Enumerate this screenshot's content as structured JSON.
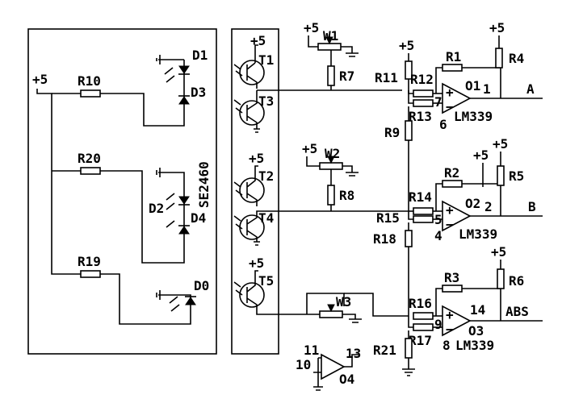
{
  "left_box": {
    "supply": "+5",
    "resistors": [
      "R10",
      "R20",
      "R19"
    ],
    "diodes": [
      "D1",
      "D3",
      "D2",
      "D4",
      "D0"
    ],
    "module": "SE2460"
  },
  "transistor_box": {
    "transistors": [
      {
        "name": "T1",
        "supply": "+5"
      },
      {
        "name": "T3",
        "supply": ""
      },
      {
        "name": "T2",
        "supply": "+5"
      },
      {
        "name": "T4",
        "supply": ""
      },
      {
        "name": "T5",
        "supply": "+5"
      }
    ]
  },
  "pots": [
    {
      "name": "W1",
      "supply": "+5",
      "resistor": "R7"
    },
    {
      "name": "W2",
      "supply": "+5",
      "resistor": "R8"
    },
    {
      "name": "W3",
      "supply": "",
      "resistor": ""
    }
  ],
  "comparators": [
    {
      "out": "O1",
      "pin_out": "1",
      "pin_plus": "7",
      "pin_minus": "6",
      "part": "LM339",
      "feedback": "R1",
      "pullup": "R4",
      "supply": "+5",
      "signal": "A"
    },
    {
      "out": "O2",
      "pin_out": "2",
      "pin_plus": "5",
      "pin_minus": "4",
      "part": "LM339",
      "feedback": "R2",
      "pullup": "R5",
      "supply": "+5",
      "signal": "B"
    },
    {
      "out": "O3",
      "pin_out": "14",
      "pin_plus": "9",
      "pin_minus": "8",
      "part": "LM339",
      "feedback": "R3",
      "pullup": "R6",
      "supply": "+5",
      "signal": "ABS"
    }
  ],
  "divider_resistors": {
    "r11": "R11",
    "r12": "R12",
    "r13": "R13",
    "r9": "R9",
    "r14": "R14",
    "r15": "R15",
    "r18": "R18",
    "r16": "R16",
    "r17": "R17",
    "r21": "R21"
  },
  "misc_supply": {
    "top_plus": "+5",
    "comp2_extra": "+5"
  },
  "spare_comparator": {
    "name": "O4",
    "pin_a": "11",
    "pin_b": "10",
    "pin_out": "13"
  }
}
